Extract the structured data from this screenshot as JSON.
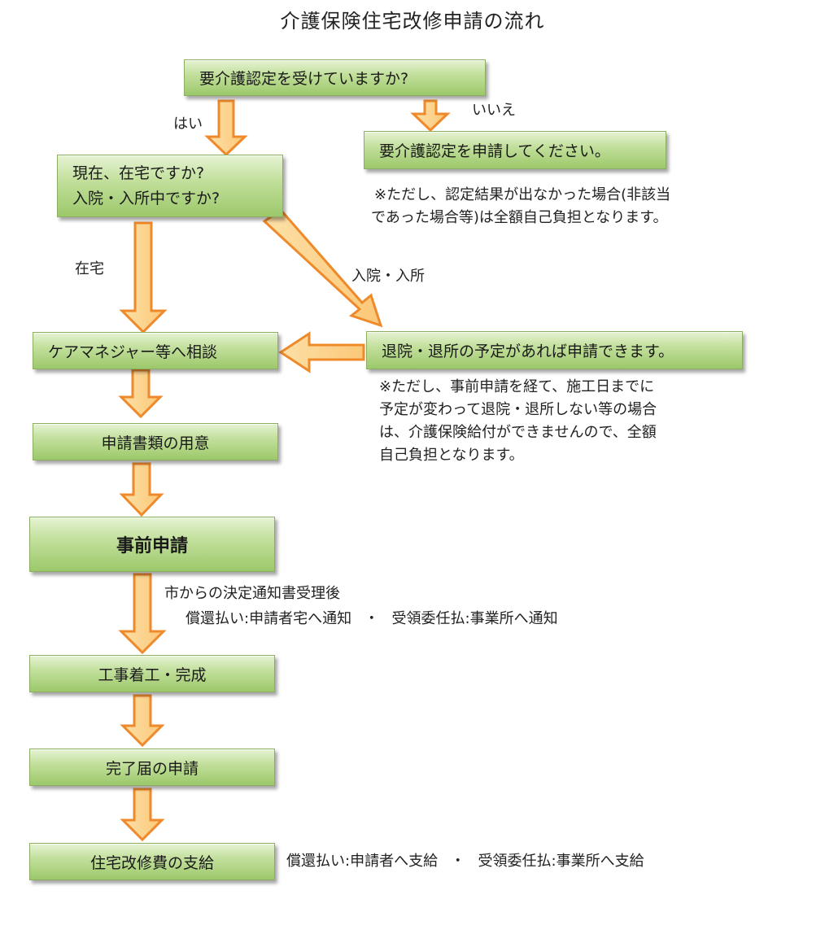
{
  "title": "介護保険住宅改修申請の流れ",
  "boxes": {
    "q1": "要介護認定を受けていますか?",
    "apply_cert": "要介護認定を申請してください。",
    "q2_line1": "現在、在宅ですか?",
    "q2_line2": "入院・入所中ですか?",
    "consult": "ケアマネジャー等へ相談",
    "discharge": "退院・退所の予定があれば申請できます。",
    "prepare": "申請書類の用意",
    "pre_apply": "事前申請",
    "construction": "工事着工・完成",
    "completion": "完了届の申請",
    "payment": "住宅改修費の支給"
  },
  "labels": {
    "yes": "はい",
    "no": "いいえ",
    "at_home": "在宅",
    "hospitalized": "入院・入所",
    "notice_line1": "市からの決定通知書受理後",
    "notice_line2": "償還払い:申請者宅へ通知 ・ 受領委任払:事業所へ通知",
    "payment_note": "償還払い:申請者へ支給 ・ 受領委任払:事業所へ支給"
  },
  "notes": {
    "not_eligible": [
      "※ただし、認定結果が出なかった場合(非該当",
      "であった場合等)は全額自己負担となります。"
    ],
    "discharge_note": [
      "※ただし、事前申請を経て、施工日までに",
      "予定が変わって退院・退所しない等の場合",
      "は、介護保険給付ができませんので、全額",
      "自己負担となります。"
    ]
  },
  "colors": {
    "box_light": "#e6f3d4",
    "box_dark": "#9cc86a",
    "arrow_fill": "#fdd28a",
    "arrow_stroke": "#ee8a2c"
  }
}
